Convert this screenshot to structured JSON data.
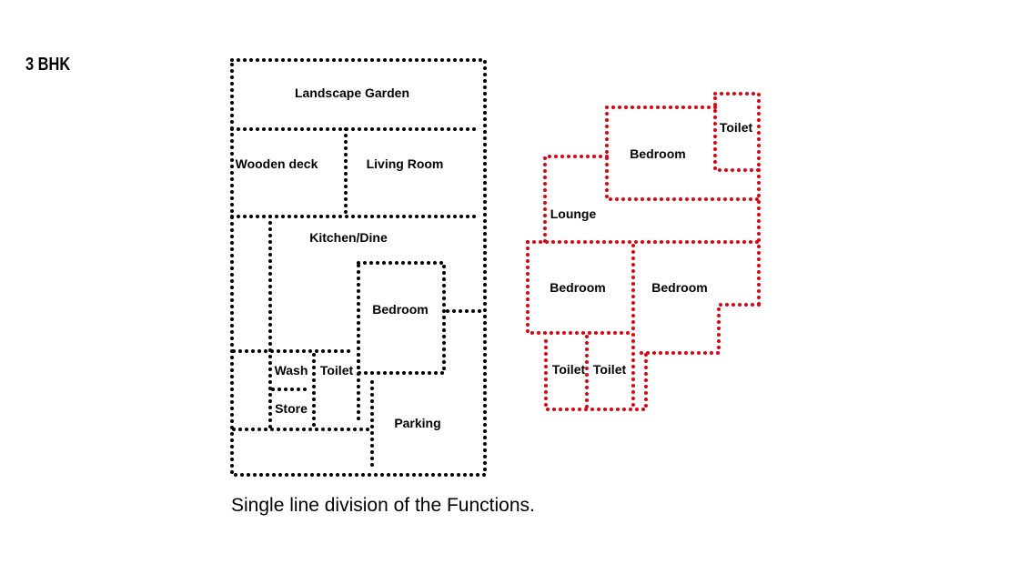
{
  "heading": "3 BHK",
  "caption": "Single line division of the Functions.",
  "colors": {
    "plan_a": "#000000",
    "plan_b": "#e3000f"
  },
  "plan_a": {
    "rooms": {
      "landscape_garden": "Landscape Garden",
      "wooden_deck": "Wooden deck",
      "living_room": "Living Room",
      "kitchen_dine": "Kitchen/Dine",
      "bedroom": "Bedroom",
      "wash": "Wash",
      "toilet": "Toilet",
      "store": "Store",
      "parking": "Parking"
    }
  },
  "plan_b": {
    "rooms": {
      "bedroom_top": "Bedroom",
      "toilet_top": "Toilet",
      "lounge": "Lounge",
      "bedroom_left": "Bedroom",
      "bedroom_right": "Bedroom",
      "toilet_left": "Toilet",
      "toilet_right": "Toilet"
    }
  }
}
